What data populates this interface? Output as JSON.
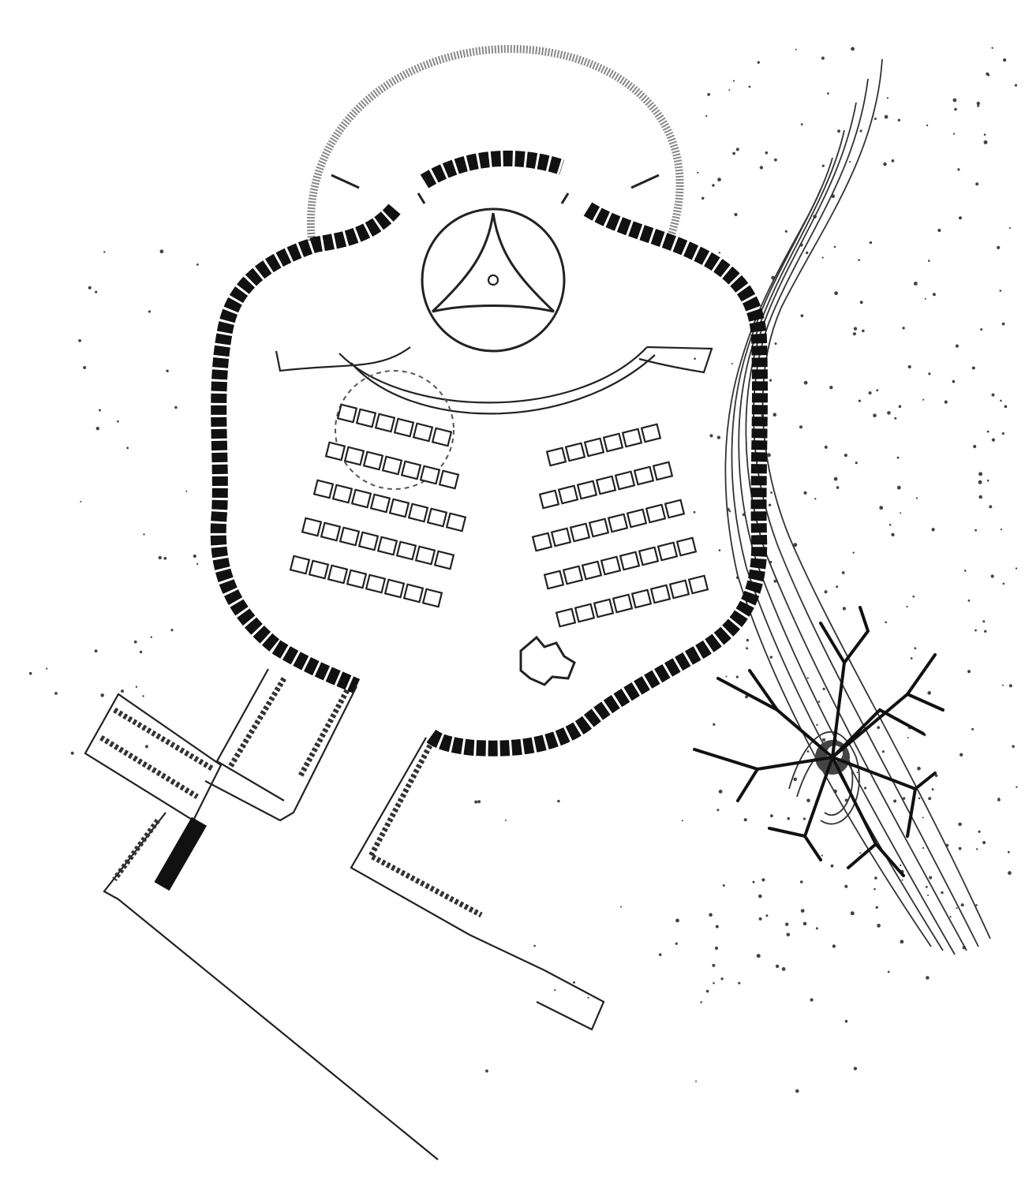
{
  "diagram": {
    "kind": "architectural site plan",
    "elements": [
      "hedge-arc",
      "perimeter-wall",
      "altar-circle",
      "communion-rail",
      "seating-rows",
      "entrance-corridor",
      "side-annex",
      "contour-lines",
      "tree",
      "site-stipple"
    ],
    "seating": {
      "left_rows": [
        6,
        7,
        8,
        8,
        8
      ],
      "right_rows": [
        6,
        7,
        8,
        8,
        8
      ]
    },
    "colors": {
      "ink": "#111111",
      "paper": "#ffffff"
    }
  }
}
